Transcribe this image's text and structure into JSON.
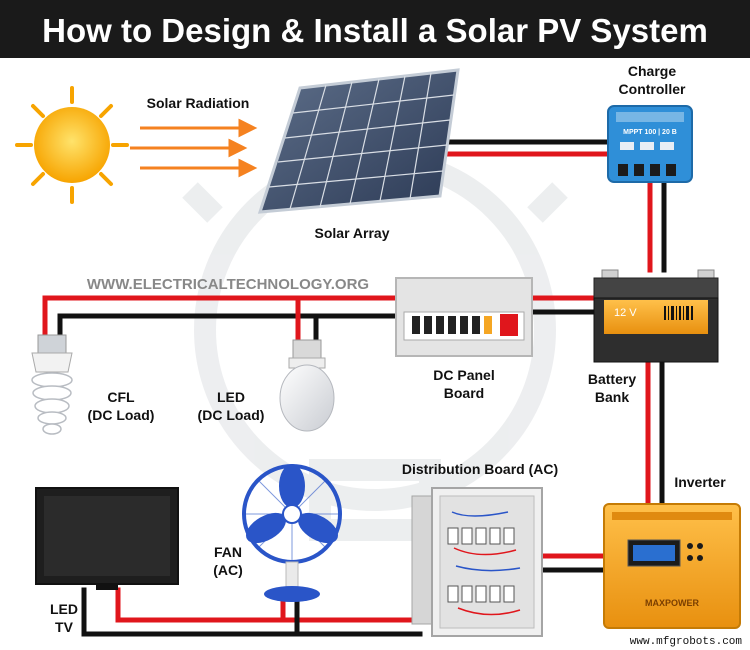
{
  "header": {
    "title": "How to Design & Install a Solar PV System",
    "background": "#1a1a1a"
  },
  "watermark": "WWW.ELECTRICALTECHNOLOGY.ORG",
  "credit": "www.mfgrobots.com",
  "components": {
    "sun": {
      "icon": "sun-icon",
      "caption": "Solar Radiation"
    },
    "solar_array": {
      "caption": "Solar Array"
    },
    "charge_controller": {
      "caption_line1": "Charge",
      "caption_line2": "Controller",
      "model_text": "MPPT 100 | 20 B",
      "color": "#2f8fd8"
    },
    "battery": {
      "caption_line1": "Battery",
      "caption_line2": "Bank",
      "voltage": "12 V",
      "color": "#f5a623"
    },
    "dc_panel": {
      "caption_line1": "DC Panel",
      "caption_line2": "Board"
    },
    "cfl": {
      "caption_line1": "CFL",
      "caption_line2": "(DC Load)"
    },
    "led_bulb": {
      "caption_line1": "LED",
      "caption_line2": "(DC Load)"
    },
    "inverter": {
      "caption": "Inverter",
      "brand": "MAXPOWER",
      "color": "#f5a623"
    },
    "distribution_board": {
      "caption": "Distribution Board (AC)"
    },
    "fan": {
      "caption_line1": "FAN",
      "caption_line2": "(AC)",
      "color": "#2a55c8"
    },
    "tv": {
      "caption_line1": "LED",
      "caption_line2": "TV"
    }
  },
  "wire_colors": {
    "positive": "#e0161c",
    "negative": "#111111"
  }
}
